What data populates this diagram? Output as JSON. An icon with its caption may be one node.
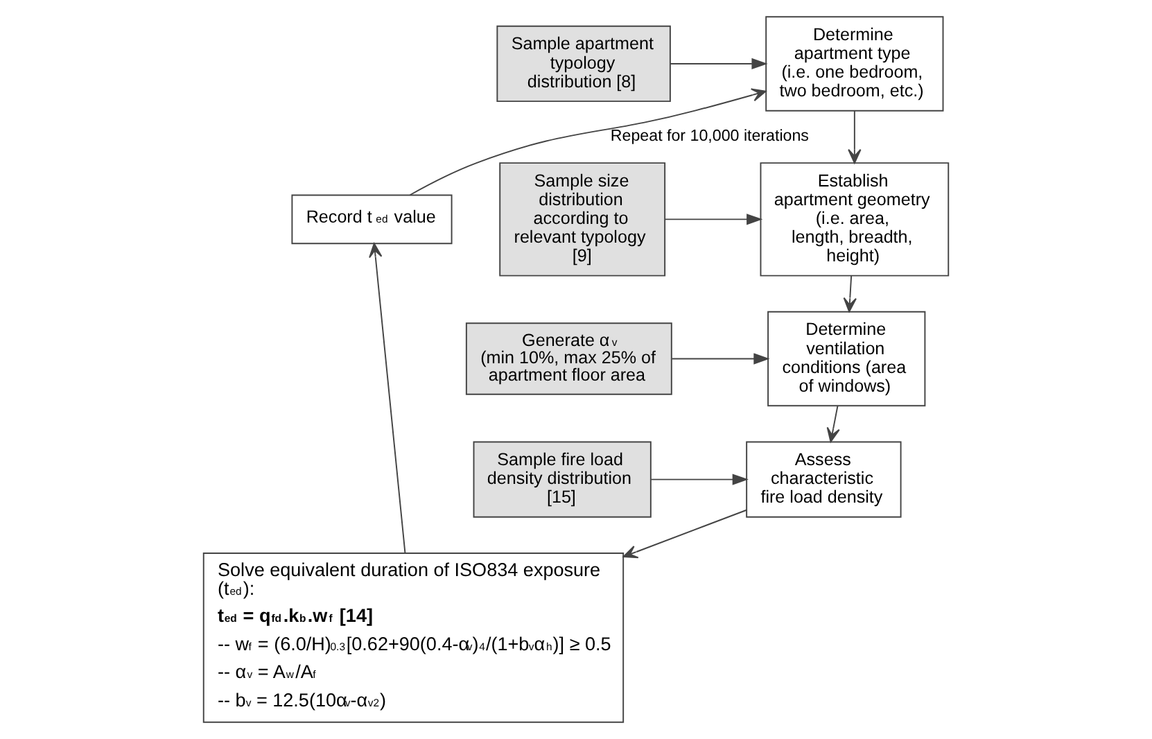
{
  "diagram": {
    "nodes": [
      {
        "text": [
          "Sample apartment typology distribution [8]"
        ]
      },
      {
        "text": [
          "Determine apartment type (i.e. one bedroom, two bedroom, etc.)"
        ]
      },
      {
        "text": [
          "Sample size distribution according to relevant typology [9]"
        ]
      },
      {
        "text": [
          "Establish apartment geometry (i.e. area, length, breadth, height)"
        ]
      },
      {
        "text": [
          "Generate α$_{v}$ (min 10%, max 25% of apartment floor area"
        ]
      },
      {
        "text": [
          "Determine ventilation conditions (area of windows)"
        ]
      },
      {
        "text": [
          "Sample fire load density distribution [15]"
        ]
      },
      {
        "text": [
          "Assess characteristic fire load density"
        ]
      },
      {
        "text": [
          "Solve equivalent duration of ISO834 exposure (t$_{ed}$):",
          "t$_{ed}$ = q$_{fd}$.k$_{b}$.w$_{f}$ [14]",
          "-- w$_{f}$ = (6.0/H)$^{0.3}$[0.62+90(0.4-α$_{v}$)$^{4}$/(1+b$_{v}$α$_{h}$)] ≥ 0.5",
          "-- α$_{v}$ = A$_{w}$/A$_{f}$",
          "-- b$_{v}$ = 12.5(10α$_{v}$-α$_{v}$$^{2}$)"
        ]
      },
      {
        "text": [
          "Record t$_{ed}$ value"
        ]
      }
    ],
    "edges": [
      {
        "from": 0,
        "to": 1,
        "arrow": "to"
      },
      {
        "from": 1,
        "to": 3,
        "arrow": "to"
      },
      {
        "from": 2,
        "to": 3,
        "arrow": "to"
      },
      {
        "from": 3,
        "to": 5,
        "arrow": "to"
      },
      {
        "from": 4,
        "to": 5,
        "arrow": "to"
      },
      {
        "from": 5,
        "to": 7,
        "arrow": "to"
      },
      {
        "from": 6,
        "to": 7,
        "arrow": "to"
      },
      {
        "from": 7,
        "to": 8,
        "arrow": "to"
      },
      {
        "from": 8,
        "to": 9,
        "arrow": "to"
      },
      {
        "from": 9,
        "to": 1,
        "arrow": "to",
        "label": "Repeat for 10,000 iterations"
      }
    ]
  }
}
